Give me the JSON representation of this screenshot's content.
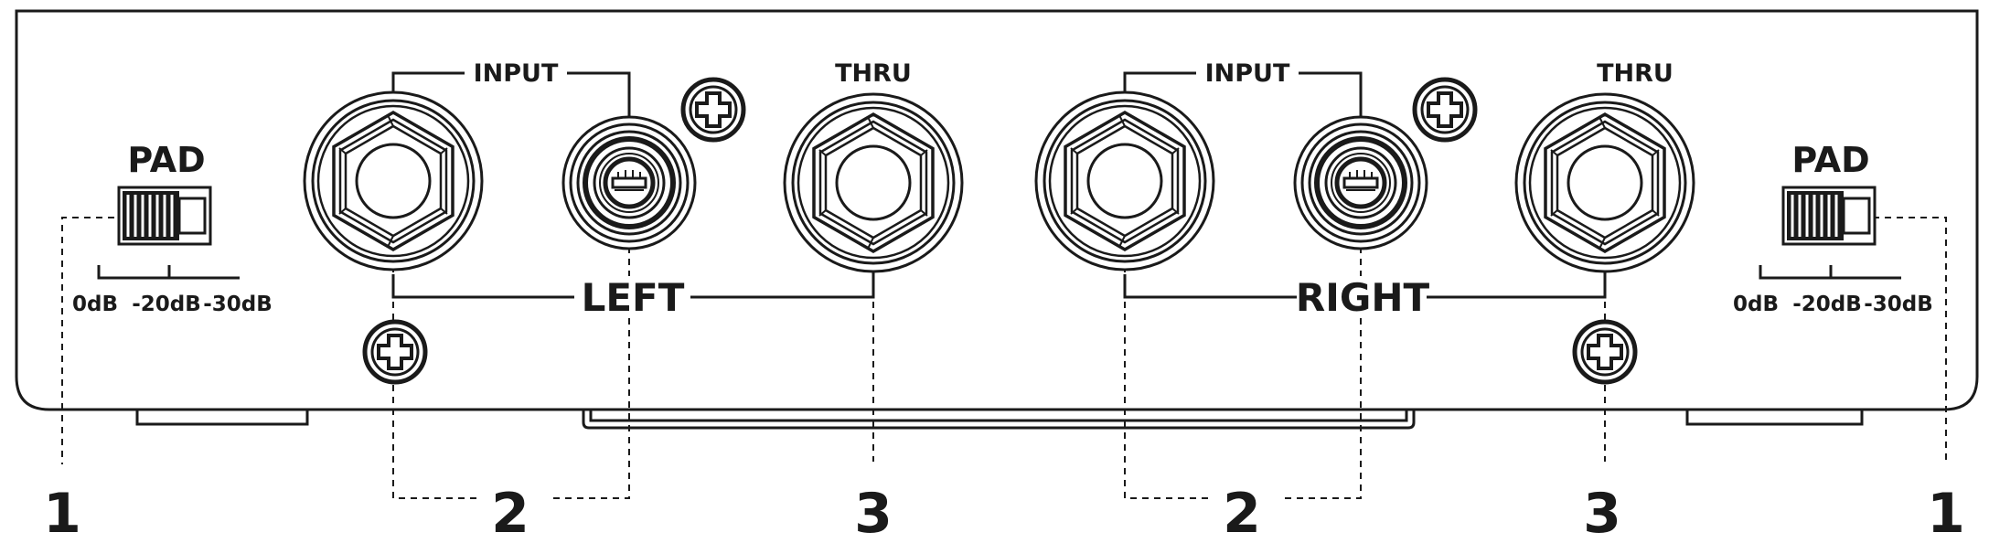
{
  "panel": {
    "left_group": "LEFT",
    "right_group": "RIGHT",
    "input_label": "INPUT",
    "thru_label": "THRU",
    "pad_label": "PAD",
    "pad_positions": [
      "0dB",
      "-20dB",
      "-30dB"
    ]
  },
  "callouts": [
    "1",
    "2",
    "3",
    "2",
    "3",
    "1"
  ],
  "colors": {
    "ink": "#1a1a1a",
    "background": "#ffffff"
  },
  "icons": [
    "phillips-screw-icon",
    "quarter-inch-jack-icon",
    "xlr-combo-jack-icon",
    "slide-switch-icon"
  ]
}
